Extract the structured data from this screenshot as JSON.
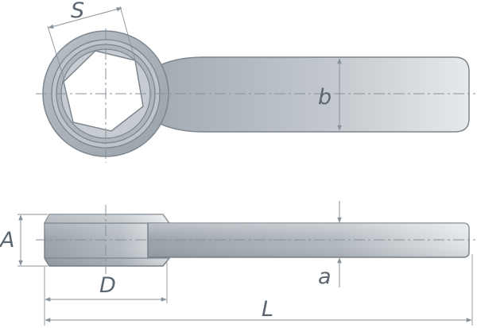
{
  "labels": {
    "s": "S",
    "b": "b",
    "a_upper": "A",
    "d": "D",
    "a_lower": "a",
    "l": "L"
  },
  "colors": {
    "outline": "#7d868e",
    "metal_dark": "#a4acb3",
    "metal_light": "#e3e7ea",
    "centerline": "#8a9299",
    "dimension": "#8a9299",
    "label": "#5b6670"
  }
}
